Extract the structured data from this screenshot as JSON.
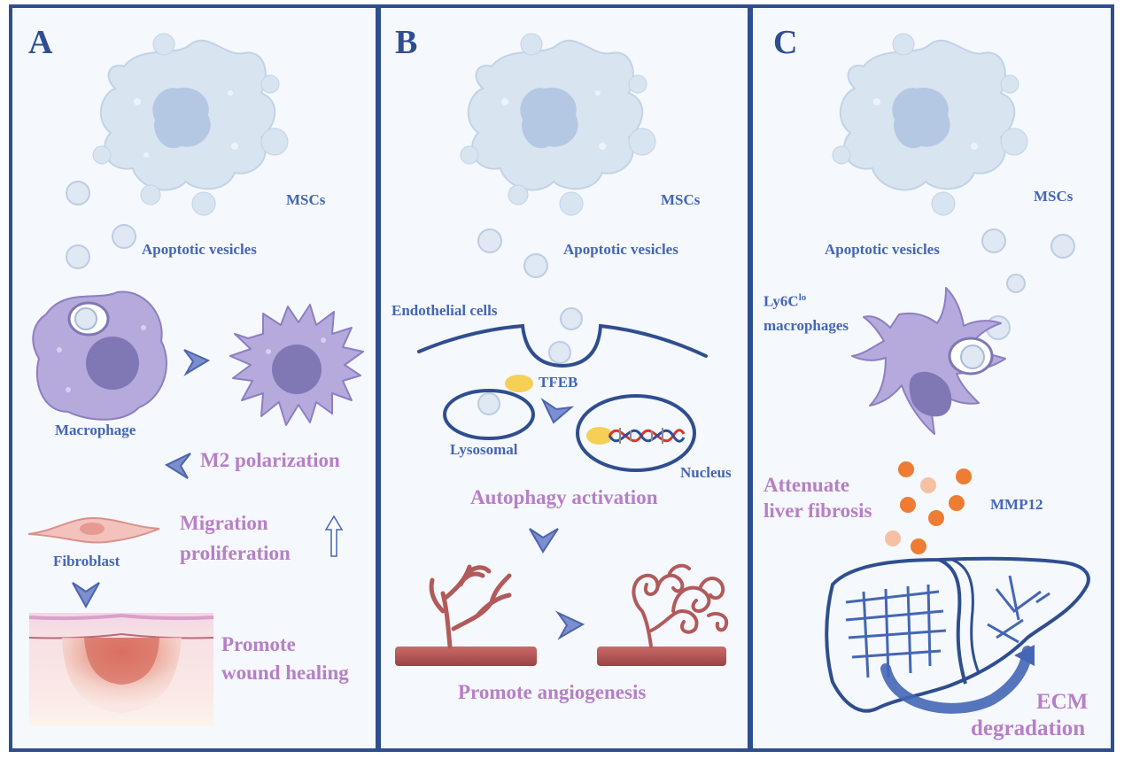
{
  "colors": {
    "frame": "#2f4e8f",
    "panel_bg": "#f5f8fc",
    "label_blue": "#4466b5",
    "label_purple": "#b77fc7",
    "vesicle": "#d9e4f1",
    "cell": "#b6a9dc",
    "nucleus": "#7f78b5",
    "vessel": "#b25a5a",
    "mmp12": "#ee7c33"
  },
  "panels": {
    "a": {
      "letter": "A",
      "msc_label": "MSCs",
      "vesicle_label": "Apoptotic vesicles",
      "macrophage_label": "Macrophage",
      "polarization_label": "M2 polarization",
      "migration_label": "Migration",
      "proliferation_label": "proliferation",
      "fibroblast_label": "Fibroblast",
      "wound_line1": "Promote",
      "wound_line2": "wound healing"
    },
    "b": {
      "letter": "B",
      "msc_label": "MSCs",
      "vesicle_label": "Apoptotic vesicles",
      "endothelial_label": "Endothelial cells",
      "tfeb_label": "TFEB",
      "lysosomal_label": "Lysosomal",
      "nucleus_label": "Nucleus",
      "autophagy_label": "Autophagy activation",
      "angiogenesis_label": "Promote angiogenesis"
    },
    "c": {
      "letter": "C",
      "msc_label": "MSCs",
      "vesicle_label": "Apoptotic vesicles",
      "macrophage_label_prefix": "Ly6C",
      "macrophage_label_sup": "lo",
      "macrophage_label_line2": "macrophages",
      "fibrosis_line1": "Attenuate",
      "fibrosis_line2": "liver fibrosis",
      "mmp_label": "MMP12",
      "ecm_line1": "ECM",
      "ecm_line2": "degradation"
    }
  }
}
